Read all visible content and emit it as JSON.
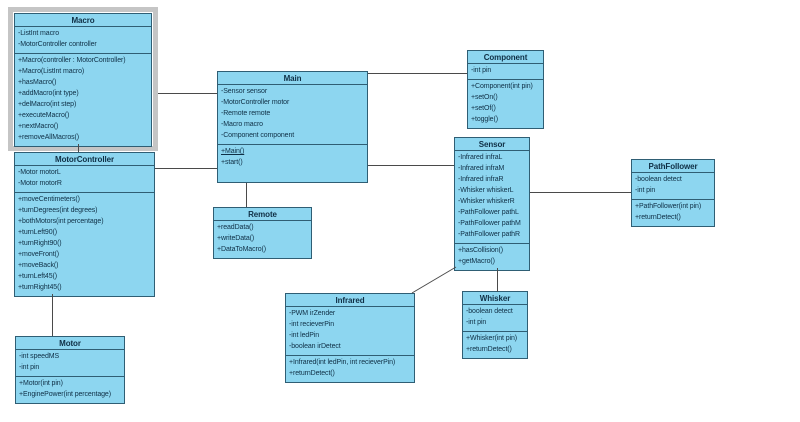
{
  "colors": {
    "class_fill": "#8dd6f0",
    "class_border": "#2f5e74",
    "class_text": "#0f2f45",
    "connector": "#4a4a4a",
    "selection_frame": "#c5c5c5",
    "canvas_background": "#ffffff"
  },
  "classes": [
    {
      "id": "macro",
      "name": "Macro",
      "selected": true,
      "attributes": [
        "-ListInt macro",
        "-MotorController controller"
      ],
      "methods": [
        "+Macro(controller : MotorController)",
        "+Macro(ListInt macro)",
        "+hasMacro()",
        "+addMacro(int type)",
        "+delMacro(int step)",
        "+executeMacro()",
        "+nextMacro()",
        "+removeAllMacros()"
      ]
    },
    {
      "id": "motorcontroller",
      "name": "MotorController",
      "selected": false,
      "attributes": [
        "-Motor motorL",
        "-Motor motorR"
      ],
      "methods": [
        "+moveCentimeters()",
        "+turnDegrees(int degrees)",
        "+bothMotors(int percentage)",
        "+turnLeft90()",
        "+turnRight90()",
        "+moveFront()",
        "+moveBack()",
        "+turnLeft45()",
        "+turnRight45()"
      ]
    },
    {
      "id": "motor",
      "name": "Motor",
      "selected": false,
      "attributes": [
        "-int speedMS",
        "-int pin"
      ],
      "methods": [
        "+Motor(int pin)",
        "+EnginePower(int percentage)"
      ]
    },
    {
      "id": "main",
      "name": "Main",
      "selected": false,
      "attributes": [
        "-Sensor sensor",
        "-MotorController motor",
        "-Remote remote",
        "-Macro macro",
        "-Component component"
      ],
      "methods": [
        "+Main()",
        "+start()"
      ],
      "underlined_methods": [
        "+Main()"
      ]
    },
    {
      "id": "remote",
      "name": "Remote",
      "selected": false,
      "attributes": [],
      "methods": [
        "+readData()",
        "+writeData()",
        "+DataToMacro()"
      ]
    },
    {
      "id": "component",
      "name": "Component",
      "selected": false,
      "attributes": [
        "-int pin"
      ],
      "methods": [
        "+Component(int pin)",
        "+setOn()",
        "+setOf()",
        "+toggle()"
      ]
    },
    {
      "id": "sensor",
      "name": "Sensor",
      "selected": false,
      "attributes": [
        "-Infrared infraL",
        "-Infrared infraM",
        "-Infrared infraR",
        "-Whisker whiskerL",
        "-Whisker whiskerR",
        "-PathFollower pathL",
        "-PathFollower pathM",
        "-PathFollower pathR"
      ],
      "methods": [
        "+hasCollision()",
        "+getMacro()"
      ]
    },
    {
      "id": "infrared",
      "name": "Infrared",
      "selected": false,
      "attributes": [
        "-PWM irZender",
        "-int recieverPin",
        "-int ledPin",
        "-boolean irDetect"
      ],
      "methods": [
        "+Infrared(int ledPin, int recieverPin)",
        "+returnDetect()"
      ]
    },
    {
      "id": "whisker",
      "name": "Whisker",
      "selected": false,
      "attributes": [
        "-boolean detect",
        "-int pin"
      ],
      "methods": [
        "+Whisker(int pin)",
        "+returnDetect()"
      ]
    },
    {
      "id": "pathfollower",
      "name": "PathFollower",
      "selected": false,
      "attributes": [
        "-boolean detect",
        "-int pin"
      ],
      "methods": [
        "+PathFollower(int pin)",
        "+returnDetect()"
      ]
    }
  ],
  "relations": [
    "Macro - Main",
    "Macro - MotorController",
    "MotorController - Main",
    "MotorController - Motor",
    "Main - Component",
    "Main - Sensor",
    "Main - Remote",
    "Sensor - PathFollower",
    "Sensor - Whisker",
    "Sensor - Infrared"
  ]
}
